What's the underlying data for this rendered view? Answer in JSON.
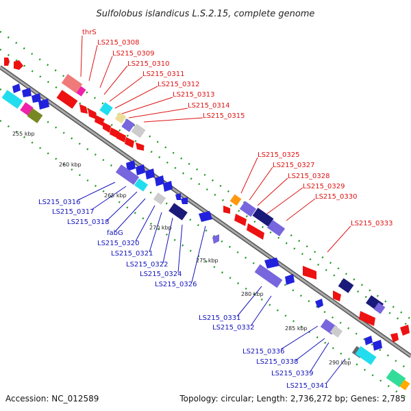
{
  "title": "Sulfolobus islandicus L.S.2.15, complete genome",
  "footer": {
    "accession": "Accession: NC_012589",
    "topology": "Topology: circular; Length: 2,736,272 bp; Genes: 2,785"
  },
  "colors": {
    "forward_gene": "#ee1111",
    "reverse_gene": "#2222dd",
    "cds_purple": "#7766dd",
    "backbone": "#888888",
    "tick_dots": "#229922",
    "forward_label": "#dd1111",
    "reverse_label": "#1111bb"
  },
  "scale_ticks": [
    "255 kbp",
    "260 kbp",
    "265 kbp",
    "270 kbp",
    "275 kbp",
    "280 kbp",
    "285 kbp",
    "290 kbp"
  ],
  "forward_labels": [
    "thrS",
    "LS215_0308",
    "LS215_0309",
    "LS215_0310",
    "LS215_0311",
    "LS215_0312",
    "LS215_0313",
    "LS215_0314",
    "LS215_0315",
    "LS215_0325",
    "LS215_0327",
    "LS215_0328",
    "LS215_0329",
    "LS215_0330",
    "LS215_0333"
  ],
  "reverse_labels": [
    "LS215_0316",
    "LS215_0317",
    "LS215_0318",
    "fabG",
    "LS215_0320",
    "LS215_0321",
    "LS215_0322",
    "LS215_0324",
    "LS215_0326",
    "LS215_0331",
    "LS215_0332",
    "LS215_0336",
    "LS215_0338",
    "LS215_0339",
    "LS215_0341"
  ]
}
